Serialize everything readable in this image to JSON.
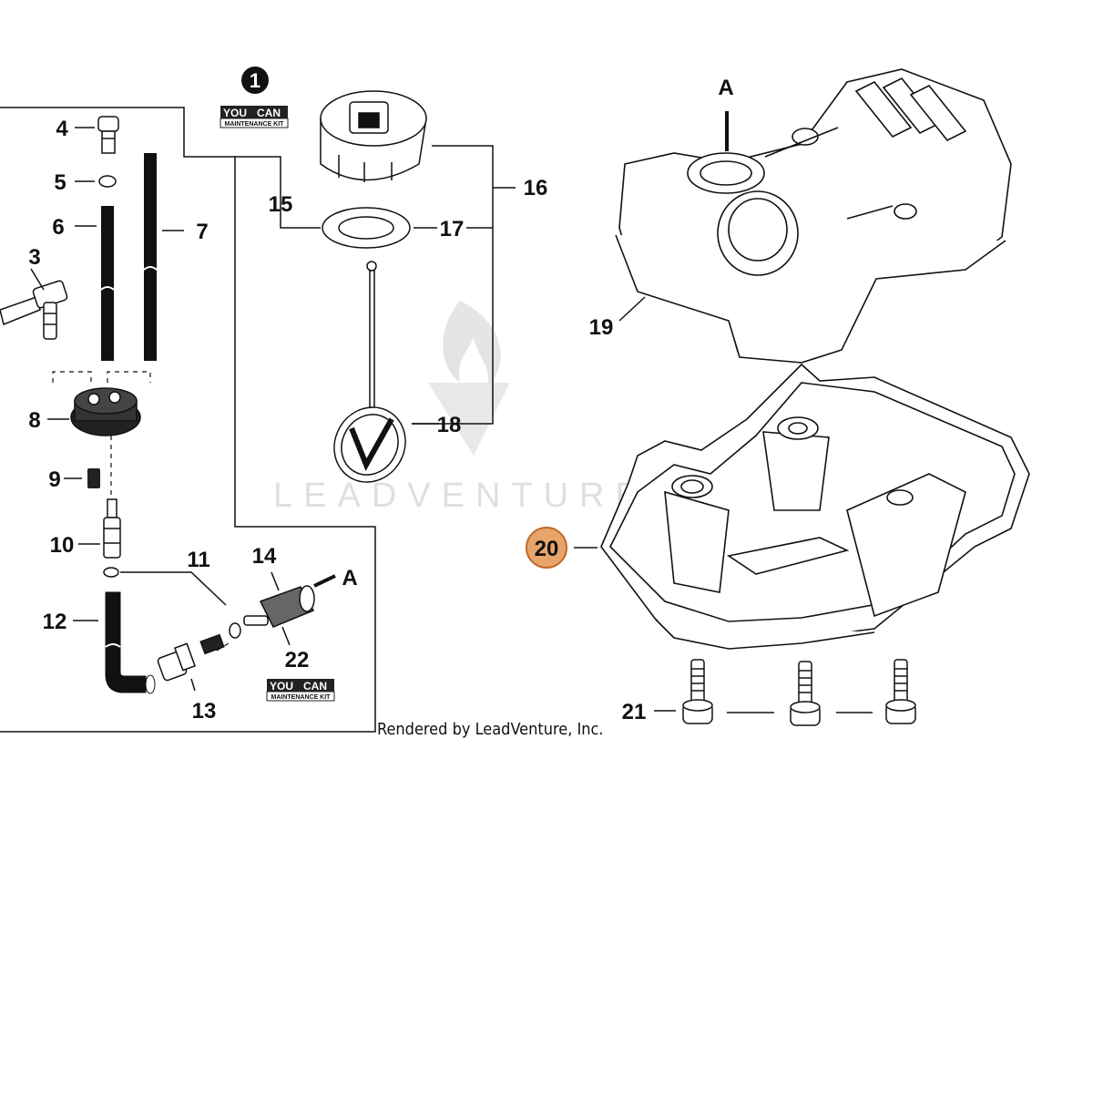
{
  "labels": {
    "p1": "1",
    "p3": "3",
    "p4": "4",
    "p5": "5",
    "p6": "6",
    "p7": "7",
    "p8": "8",
    "p9": "9",
    "p10": "10",
    "p11": "11",
    "p12": "12",
    "p13": "13",
    "p14": "14",
    "p15": "15",
    "p16": "16",
    "p17": "17",
    "p18": "18",
    "p19": "19",
    "p20": "20",
    "p21": "21",
    "p22": "22",
    "a_top": "A",
    "a_right": "A"
  },
  "kit_badge": {
    "line1_left": "YOU",
    "line1_right": "CAN",
    "line2": "MAINTENANCE KIT"
  },
  "watermark": {
    "text": "LEADVENTURE"
  },
  "credit": "Rendered by LeadVenture, Inc.",
  "highlight": {
    "part": "20",
    "color": "#E8A56B",
    "border": "#C0692A"
  },
  "colors": {
    "line": "#111111",
    "watermark": "#d9d9d9"
  }
}
